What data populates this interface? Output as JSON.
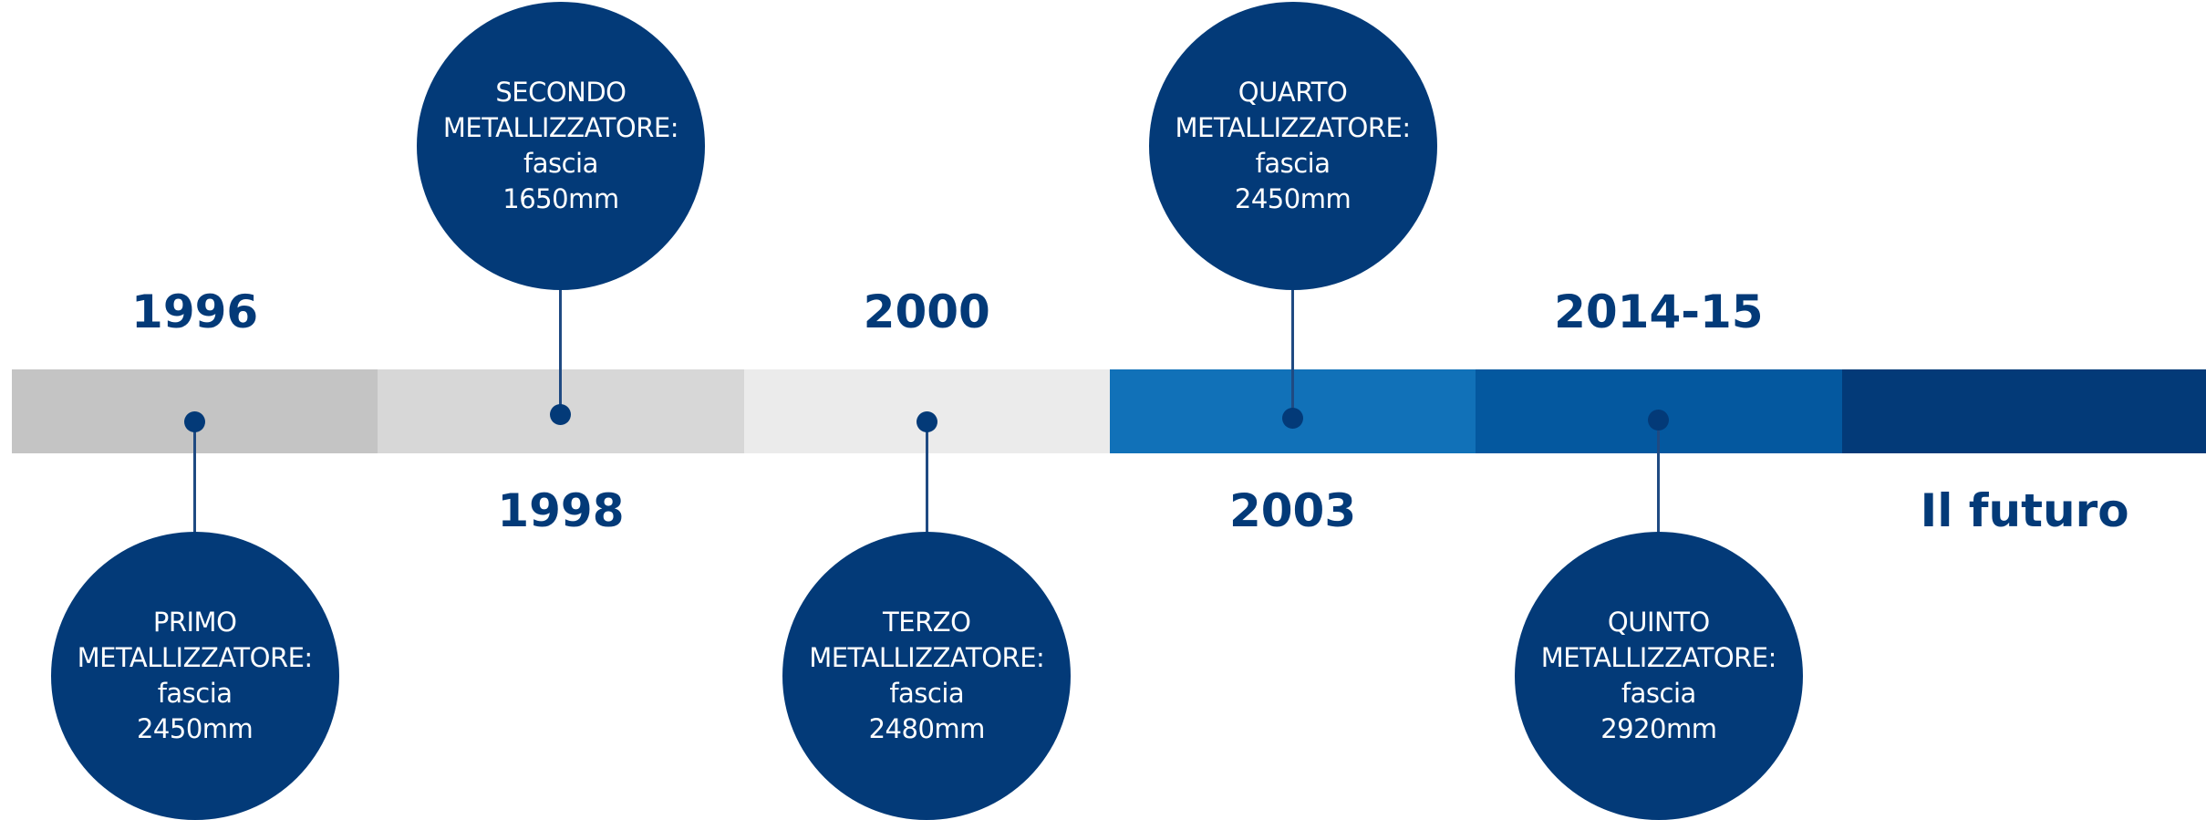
{
  "colors": {
    "primary": "#033a78",
    "line": "#1f4a82",
    "band": [
      "#c4c4c4",
      "#d7d7d7",
      "#ebebeb",
      "#1171b8",
      "#04589f",
      "#033a78"
    ]
  },
  "milestones": [
    {
      "year": "1996",
      "year_position": "above",
      "bubble_position": "below",
      "bubble_lines": [
        "PRIMO",
        "METALLIZZATORE:",
        "fascia",
        "2450mm"
      ]
    },
    {
      "year": "1998",
      "year_position": "below",
      "bubble_position": "above",
      "bubble_lines": [
        "SECONDO",
        "METALLIZZATORE:",
        "fascia",
        "1650mm"
      ]
    },
    {
      "year": "2000",
      "year_position": "above",
      "bubble_position": "below",
      "bubble_lines": [
        "TERZO",
        "METALLIZZATORE:",
        "fascia",
        "2480mm"
      ]
    },
    {
      "year": "2003",
      "year_position": "below",
      "bubble_position": "above",
      "bubble_lines": [
        "QUARTO",
        "METALLIZZATORE:",
        "fascia",
        "2450mm"
      ]
    },
    {
      "year": "2014-15",
      "year_position": "above",
      "bubble_position": "below",
      "bubble_lines": [
        "QUINTO",
        "METALLIZZATORE:",
        "fascia",
        "2920mm"
      ]
    },
    {
      "year": "Il futuro",
      "year_position": "below",
      "bubble_position": "none",
      "bubble_lines": []
    }
  ]
}
